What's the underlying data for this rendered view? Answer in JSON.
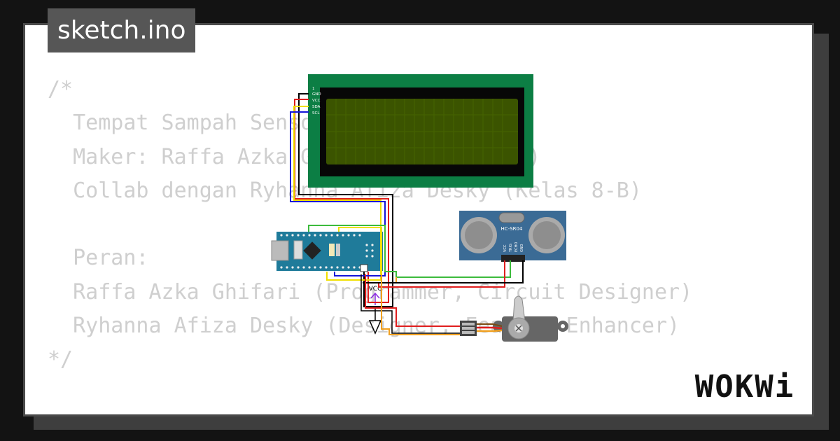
{
  "tab": {
    "filename": "sketch.ino"
  },
  "code_lines": [
    "/*",
    "  Tempat Sampah Sensor Otomatis",
    "  Maker: Raffa Azka Ghifari (Kelas 8-A)",
    "  Collab dengan Ryhanna Afiza Desky (Kelas 8-B)",
    "",
    "  Peran:",
    "  Raffa Azka Ghifari (Programmer, Circuit Designer)",
    "  Ryhanna Afiza Desky (Designer, Feature Enhancer)",
    "*/",
    "",
    "//"
  ],
  "components": {
    "lcd_pins": [
      "1",
      "GND",
      "VCC",
      "SDA",
      "SCL"
    ],
    "sensor_label": "HC-SR04",
    "sensor_pins": [
      "VCC",
      "TRIG",
      "ECHO",
      "GND"
    ],
    "vcc_label": "VCC"
  },
  "brand": {
    "logo_text": "WOKWi"
  },
  "colors": {
    "lcd_board": "#0c7e44",
    "lcd_screen": "#3b5400",
    "arduino_board": "#1f7b9a",
    "sensor_board": "#3b6b95",
    "servo_body": "#666666",
    "wire_black": "#000000",
    "wire_red": "#e01e1e",
    "wire_yellow": "#f0e000",
    "wire_blue": "#1414d8",
    "wire_green": "#3cbb3c",
    "wire_orange": "#f0a020"
  }
}
